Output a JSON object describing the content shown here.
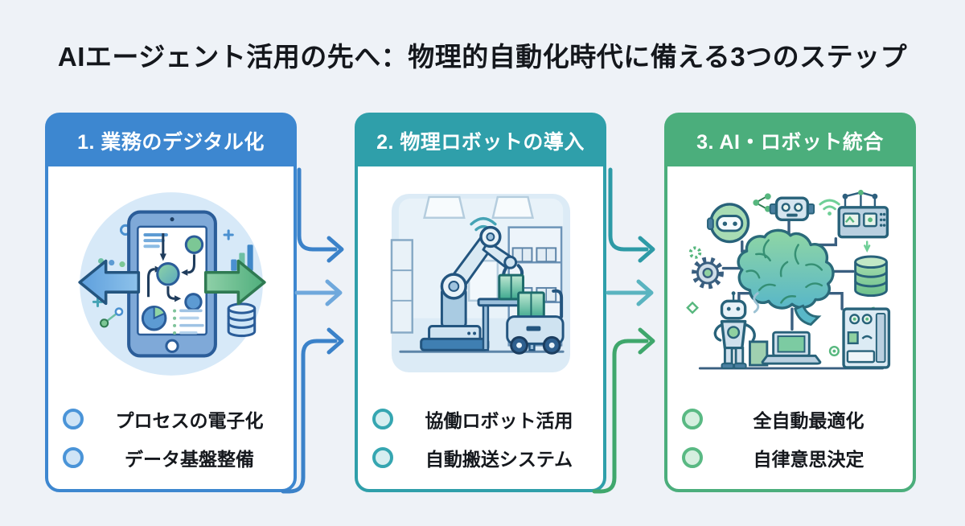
{
  "title": "AIエージェント活用の先へ：物理的自動化時代に備える3つのステップ",
  "steps": [
    {
      "header": "1. 業務のデジタル化",
      "accent": "#3d87d0",
      "bullet_fill": "#cfe4f6",
      "bullet_border": "#4a94d8",
      "illustration": "tablet-digital-workflow-illustration",
      "bullets": [
        "プロセスの電子化",
        "データ基盤整備"
      ]
    },
    {
      "header": "2. 物理ロボットの導入",
      "accent": "#2f9faa",
      "bullet_fill": "#d6eef0",
      "bullet_border": "#35a6b1",
      "illustration": "robot-arm-warehouse-illustration",
      "bullets": [
        "協働ロボット活用",
        "自動搬送システム"
      ]
    },
    {
      "header": "3. AI・ロボット統合",
      "accent": "#4bae7c",
      "bullet_fill": "#d5efdf",
      "bullet_border": "#59b983",
      "illustration": "ai-brain-network-illustration",
      "bullets": [
        "全自動最適化",
        "自律意思決定"
      ]
    }
  ],
  "connectors": [
    {
      "from_step": 1,
      "to_step": 2,
      "arrow_count": 3,
      "color_top": "#3b82c9",
      "color_middle": "#6fa8dc",
      "color_bottom": "#3b82c9"
    },
    {
      "from_step": 2,
      "to_step": 3,
      "arrow_count": 3,
      "color_top": "#2d9aa6",
      "color_middle": "#5ab4c0",
      "color_bottom": "#3fa76c"
    }
  ],
  "colors": {
    "page_background": "#eef2f7",
    "card_background": "#ffffff",
    "title_text": "#14171c"
  }
}
